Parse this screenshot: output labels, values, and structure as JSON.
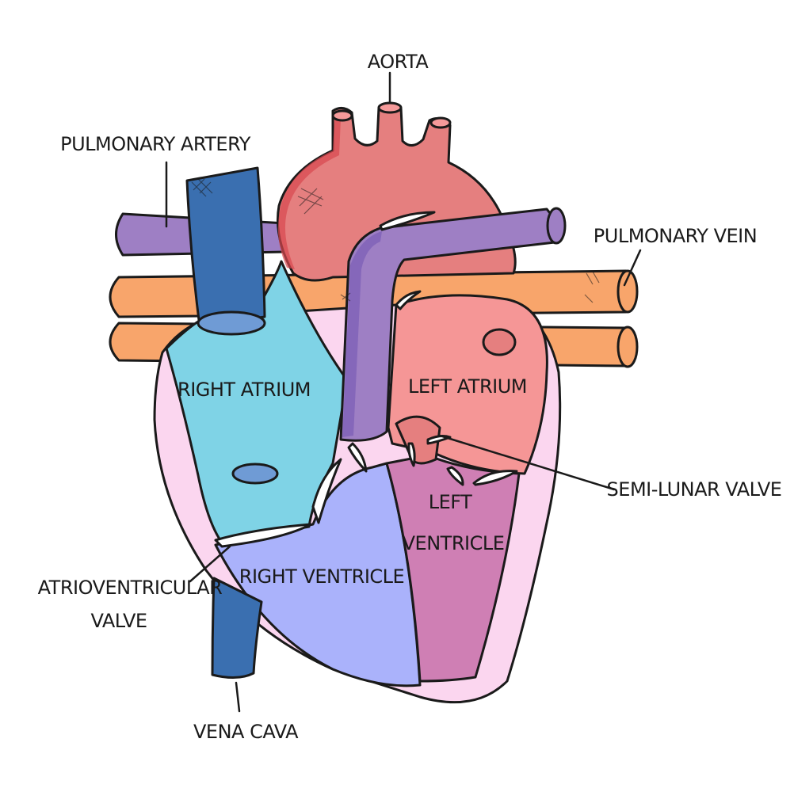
{
  "labels": {
    "aorta": "AORTA",
    "pulmonary_artery": "PULMONARY ARTERY",
    "pulmonary_vein": "PULMONARY VEIN",
    "right_atrium": "RIGHT ATRIUM",
    "left_atrium": "LEFT ATRIUM",
    "semi_lunar_valve": "SEMI-LUNAR VALVE",
    "left_ventricle_line1": "LEFT",
    "left_ventricle_line2": "VENTRICLE",
    "right_ventricle": "RIGHT VENTRICLE",
    "atrioventricular_valve_line1": "ATRIOVENTRICULAR",
    "atrioventricular_valve_line2": "VALVE",
    "vena_cava": "VENA CAVA"
  },
  "colors": {
    "aorta": "#e57f7f",
    "aorta_shadow": "#d9474f",
    "pulmonary_artery": "#9e7fc4",
    "pulmonary_vein": "#f8a56b",
    "vena_cava": "#3a6fb0",
    "right_atrium": "#7fd3e6",
    "left_atrium": "#f59696",
    "right_ventricle": "#aab2fb",
    "left_ventricle": "#cf7fb4",
    "heart_wall": "#fbd6ef"
  }
}
